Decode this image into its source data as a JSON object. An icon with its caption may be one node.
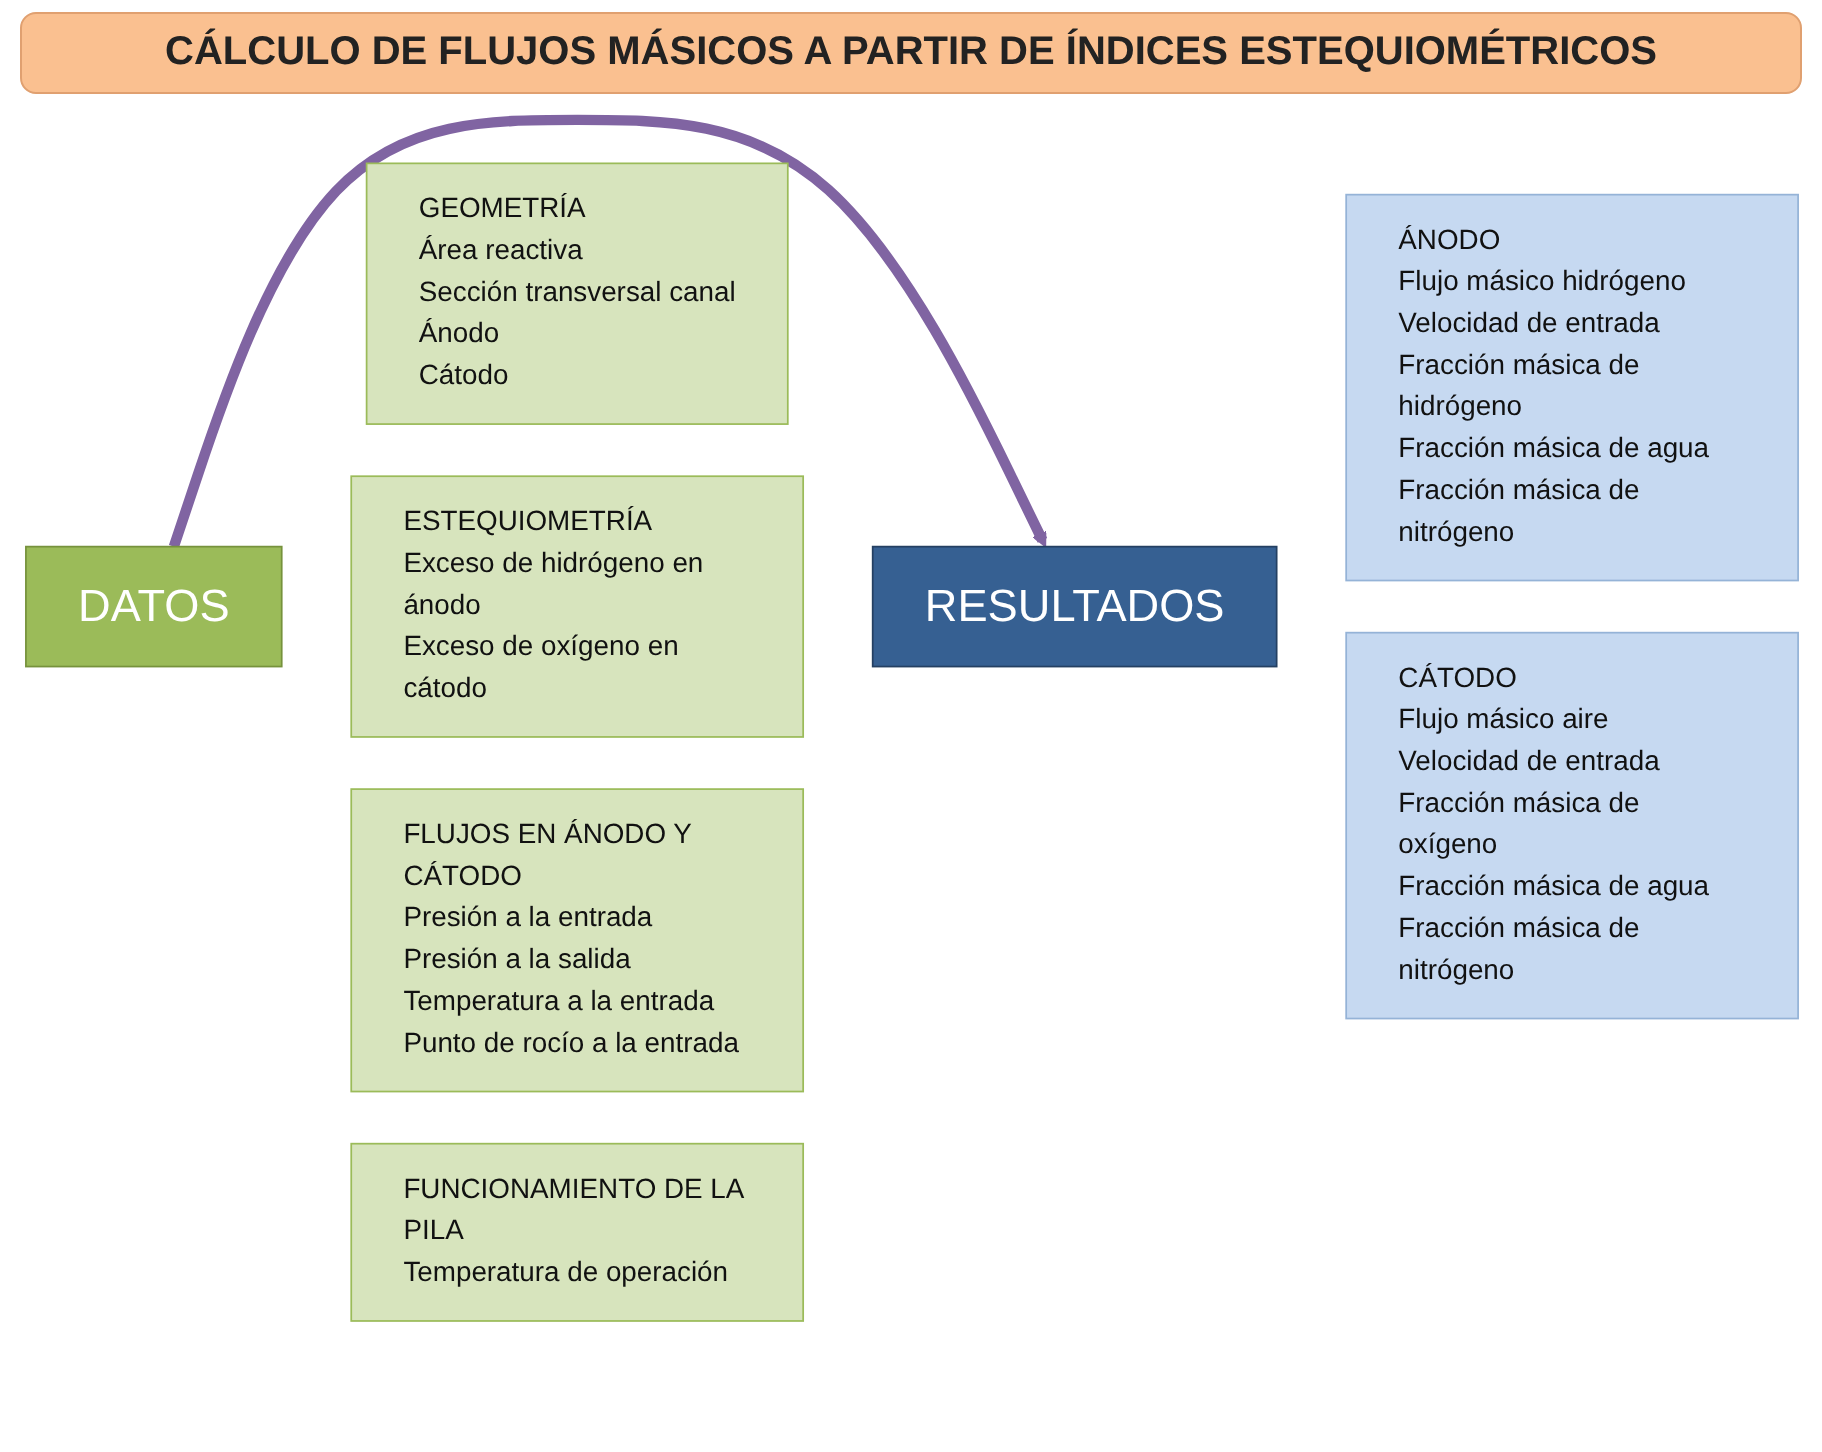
{
  "diagram": {
    "title": "CÁLCULO DE FLUJOS MÁSICOS A PARTIR DE ÍNDICES ESTEQUIOMÉTRICOS",
    "nodes": [
      {
        "text": [
          "DATOS"
        ]
      },
      {
        "text": [
          "GEOMETRÍA",
          "Área reactiva",
          "Sección transversal canal",
          "Ánodo",
          "Cátodo"
        ]
      },
      {
        "text": [
          "ESTEQUIOMETRÍA",
          "Exceso de hidrógeno en ánodo",
          "Exceso de oxígeno en cátodo"
        ]
      },
      {
        "text": [
          "FLUJOS EN ÁNODO Y CÁTODO",
          "Presión a la entrada",
          "Presión a la salida",
          "Temperatura a la entrada",
          "Punto de rocío a la entrada"
        ]
      },
      {
        "text": [
          "FUNCIONAMIENTO DE LA PILA",
          "Temperatura de operación"
        ]
      },
      {
        "text": [
          "RESULTADOS"
        ]
      },
      {
        "text": [
          "ÁNODO",
          "Flujo másico hidrógeno",
          "Velocidad de entrada",
          "Fracción másica de hidrógeno",
          "Fracción másica de agua",
          "Fracción másica de nitrógeno"
        ]
      },
      {
        "text": [
          "CÁTODO",
          "Flujo másico aire",
          "Velocidad de entrada",
          "Fracción másica de oxígeno",
          "Fracción másica de agua",
          "Fracción másica de nitrógeno"
        ]
      }
    ],
    "edges": [
      {
        "from": 0,
        "to": 5,
        "arrow": "to"
      }
    ]
  }
}
